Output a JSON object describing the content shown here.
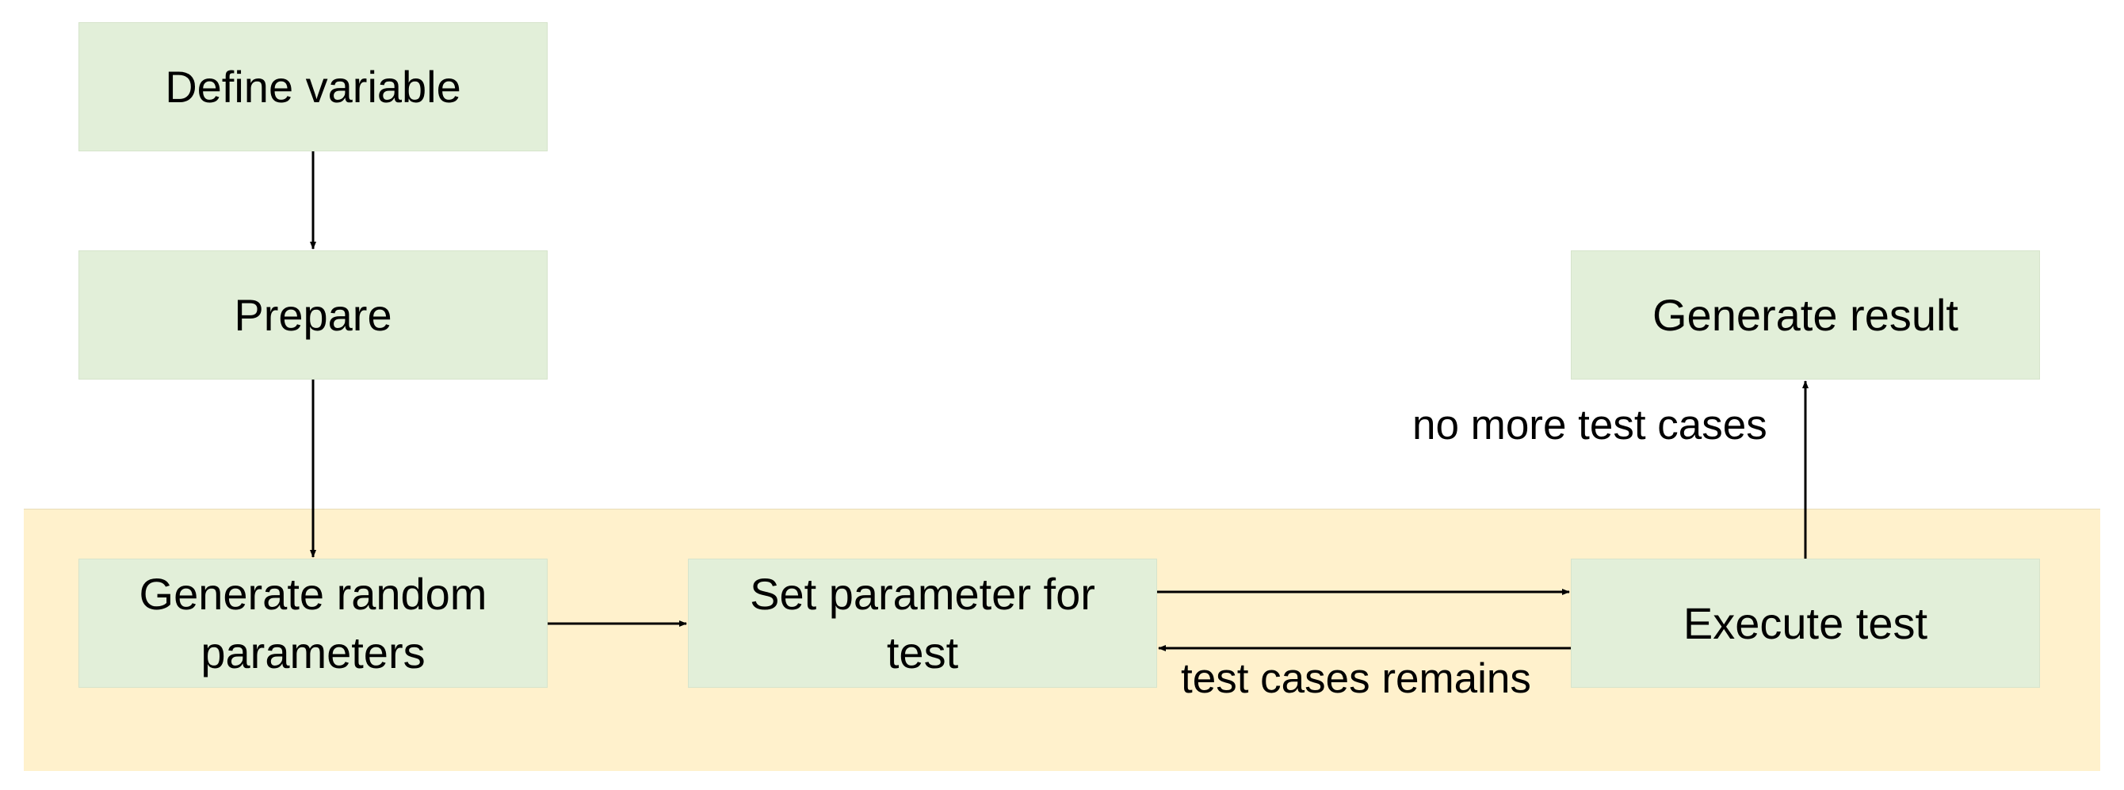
{
  "nodes": {
    "define_variable": "Define variable",
    "prepare": "Prepare",
    "generate_random_parameters": "Generate random\nparameters",
    "set_parameter_for_test": "Set parameter for\ntest",
    "execute_test": "Execute test",
    "generate_result": "Generate result"
  },
  "edge_labels": {
    "no_more_test_cases": "no more test cases",
    "test_cases_remains": "test cases remains"
  },
  "colors": {
    "node_fill": "#e2efd9",
    "loop_band": "#fff1cc",
    "edge": "#000000"
  }
}
